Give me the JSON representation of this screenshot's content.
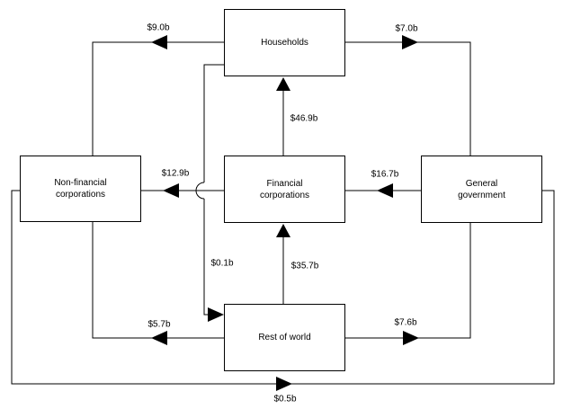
{
  "diagram": {
    "background_color": "#ffffff",
    "line_color": "#000000",
    "node_fill_color": "#ffffff",
    "nodes": [
      {
        "id": "households",
        "label": "Households"
      },
      {
        "id": "non-financial-corporations",
        "label": "Non-financial corporations"
      },
      {
        "id": "financial-corporations",
        "label": "Financial corporations"
      },
      {
        "id": "general-government",
        "label": "General government"
      },
      {
        "id": "rest-of-world",
        "label": "Rest of world"
      }
    ],
    "flows": [
      {
        "from": "Households",
        "to": "Non-financial corporations",
        "label": "$9.0b"
      },
      {
        "from": "Households",
        "to": "General government",
        "label": "$7.0b"
      },
      {
        "from": "Financial corporations",
        "to": "Households",
        "label": "$46.9b"
      },
      {
        "from": "Financial corporations",
        "to": "Non-financial corporations",
        "label": "$12.9b"
      },
      {
        "from": "General government",
        "to": "Financial corporations",
        "label": "$16.7b"
      },
      {
        "from": "Households",
        "to": "Rest of world",
        "label": "$0.1b"
      },
      {
        "from": "Rest of world",
        "to": "Financial corporations",
        "label": "$35.7b"
      },
      {
        "from": "Rest of world",
        "to": "Non-financial corporations",
        "label": "$5.7b"
      },
      {
        "from": "Rest of world",
        "to": "General government",
        "label": "$7.6b"
      },
      {
        "from": "Non-financial corporations",
        "to": "General government",
        "label": "$0.5b"
      }
    ]
  }
}
